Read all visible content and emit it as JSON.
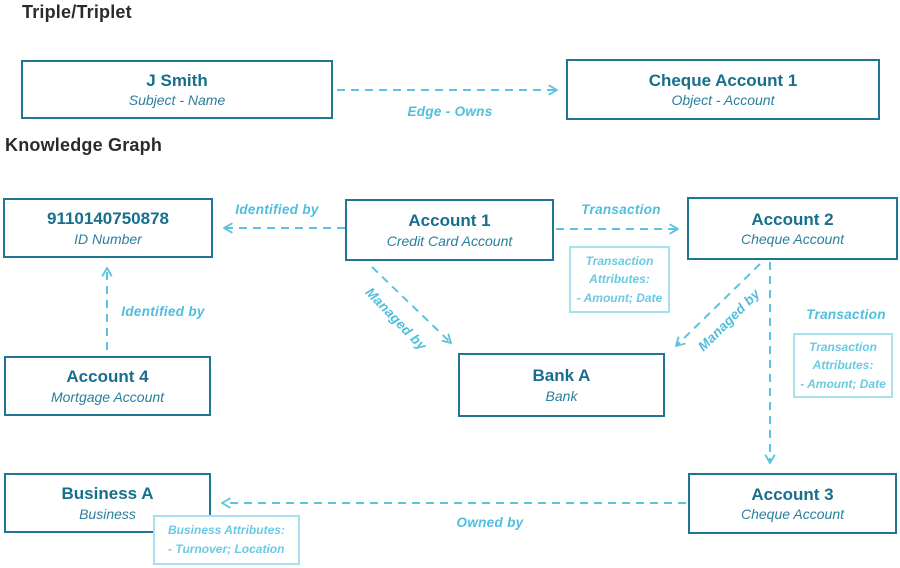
{
  "headings": {
    "triple": "Triple/Triplet",
    "graph": "Knowledge Graph"
  },
  "triple": {
    "subject": {
      "title": "J Smith",
      "subtitle": "Subject - Name"
    },
    "object": {
      "title": "Cheque Account 1",
      "subtitle": "Object - Account"
    },
    "edge_label": "Edge - Owns"
  },
  "graph": {
    "nodes": {
      "id_number": {
        "title": "9110140750878",
        "subtitle": "ID Number"
      },
      "account1": {
        "title": "Account 1",
        "subtitle": "Credit Card Account"
      },
      "account2": {
        "title": "Account 2",
        "subtitle": "Cheque Account"
      },
      "account4": {
        "title": "Account 4",
        "subtitle": "Mortgage Account"
      },
      "bank_a": {
        "title": "Bank A",
        "subtitle": "Bank"
      },
      "business_a": {
        "title": "Business A",
        "subtitle": "Business"
      },
      "account3": {
        "title": "Account 3",
        "subtitle": "Cheque Account"
      }
    },
    "edges": {
      "identified_by_1": "Identified by",
      "identified_by_2": "Identified by",
      "transaction_1": "Transaction",
      "transaction_2": "Transaction",
      "managed_by_1": "Managed by",
      "managed_by_2": "Managed by",
      "owned_by": "Owned by"
    },
    "attributes": {
      "transaction_1": {
        "lines": [
          "Transaction",
          "Attributes:",
          "- Amount; Date"
        ]
      },
      "transaction_2": {
        "lines": [
          "Transaction",
          "Attributes:",
          "- Amount; Date"
        ]
      },
      "business": {
        "lines": [
          "Business Attributes:",
          "- Turnover; Location"
        ]
      }
    }
  },
  "colors": {
    "node_teal": "#1f7592",
    "node_text": "#176f8d",
    "edge_blue": "#5cc3e0",
    "attribute_blue": "#6acae3",
    "heading_dark": "#2b2b2b"
  }
}
